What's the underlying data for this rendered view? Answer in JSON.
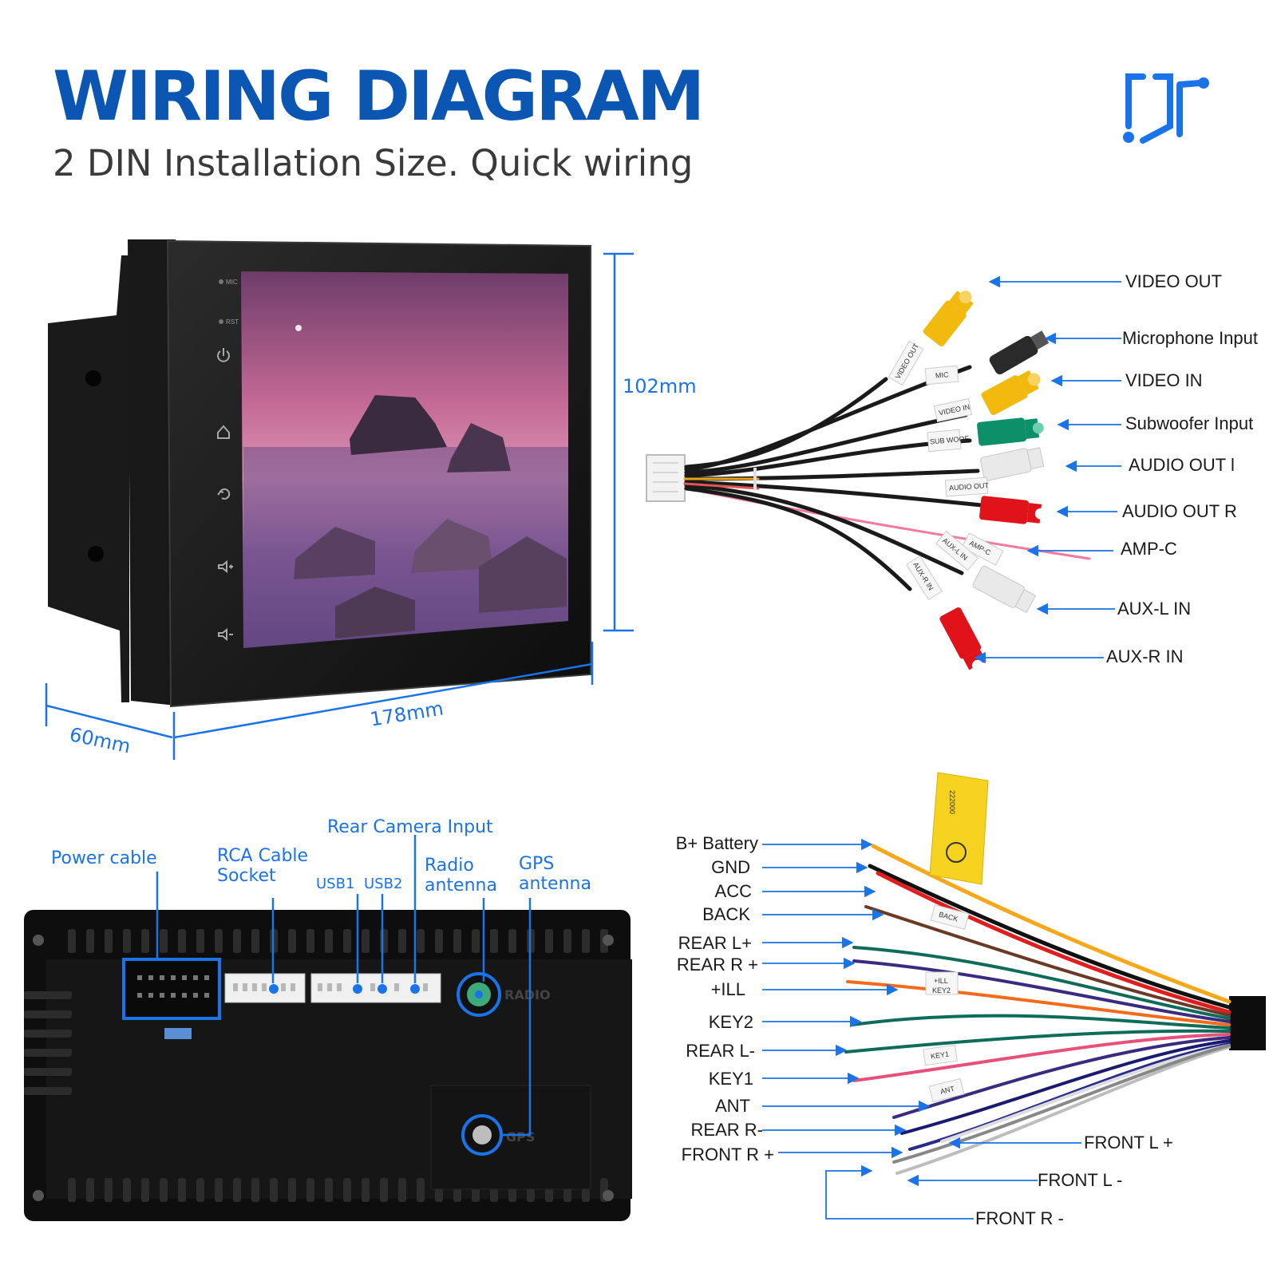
{
  "header": {
    "title": "WIRING DIAGRAM",
    "subtitle": "2 DIN Installation Size. Quick wiring",
    "brand_icon": "music-note-phone-icon"
  },
  "colors": {
    "brand_blue": "#0b55b3",
    "accent_blue": "#1a73e8",
    "rca_yellow": "#f2b90f",
    "rca_black": "#2a2a2a",
    "rca_green": "#0d8f6a",
    "rca_white": "#e9e9e9",
    "rca_red": "#e0121a",
    "amp_pink": "#f07aa0"
  },
  "head_unit": {
    "button_labels": [
      "MIC",
      "RST"
    ],
    "side_icons": [
      "power-icon",
      "home-icon",
      "back-icon",
      "volume-up-icon",
      "volume-down-icon"
    ],
    "dimensions": {
      "height": "102mm",
      "width": "178mm",
      "depth": "60mm"
    }
  },
  "rca_harness": {
    "labels": [
      "VIDEO OUT",
      "Microphone Input",
      "VIDEO IN",
      "Subwoofer Input",
      "AUDIO OUT l",
      "AUDIO OUT R",
      "AMP-C",
      "AUX-L IN",
      "AUX-R IN"
    ],
    "tags": [
      "VIDEO OUT",
      "MIC",
      "VIDEO IN",
      "SUB WOOF",
      "AUDIO OUT",
      "AMP-C",
      "AUX-L IN",
      "AUX-R IN"
    ]
  },
  "back_panel": {
    "labels": {
      "power_cable": "Power cable",
      "rca_socket": "RCA Cable\nSocket",
      "rear_camera": "Rear Camera Input",
      "usb1": "USB1",
      "usb2": "USB2",
      "radio_antenna": "Radio\nantenna",
      "gps_antenna": "GPS\nantenna"
    },
    "embossed": {
      "radio": "RADIO",
      "gps": "GPS"
    }
  },
  "power_harness": {
    "left_labels": [
      "B+ Battery",
      "GND",
      "ACC",
      "BACK",
      "REAR L+",
      "REAR R +",
      "+ILL",
      "KEY2",
      "REAR L-",
      "KEY1",
      "ANT",
      "REAR R-",
      "FRONT R +"
    ],
    "right_labels": [
      "FRONT L +",
      "FRONT L -",
      "FRONT R -"
    ],
    "tags": [
      "BACK",
      "+ILL",
      "KEY2",
      "KEY1",
      "ANT"
    ],
    "sticker_text": "222000"
  }
}
